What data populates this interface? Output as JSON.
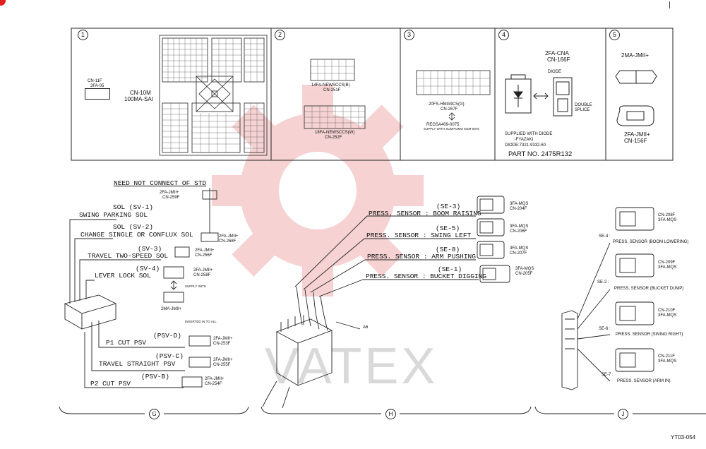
{
  "page": {
    "figure_id": "YT03-054"
  },
  "watermark": {
    "text": "VATEX"
  },
  "panels": [
    {
      "num": "1",
      "labels": {
        "conn_left_a": "CN-11F",
        "conn_left_b": "3FA-05",
        "main_a": "CN-10M",
        "main_b": "100MA-SAI"
      }
    },
    {
      "num": "2",
      "labels": {
        "upper_a": "14FA-NEWSCCS(B)",
        "upper_b": "CN-251F",
        "lower_a": "18FA-NEWSCCS(W)",
        "lower_b": "CN-252F"
      }
    },
    {
      "num": "3",
      "labels": {
        "a": "20FS-HMG9CS(G)",
        "b": "CN-267F",
        "c": "REGSA409-0075",
        "d": "SUPPLY WITH SUMITOMO 6409-0075"
      }
    },
    {
      "num": "4",
      "labels": {
        "top_a": "2FA-CNA",
        "top_b": "CN-166F",
        "diode": "DIODE",
        "splice_a": "DOUBLE",
        "splice_b": "SPLICE",
        "sup_a": "SUPPLIED WITH DIODE",
        "sup_b": ":-FYAZAKI",
        "sup_c": "DIODE:7321-9332-60",
        "part": "PART NO. 2475R132"
      }
    },
    {
      "num": "5",
      "labels": {
        "top": "2MA-JMII+",
        "bot_a": "2FA-JMII+",
        "bot_b": "CN-156F"
      }
    }
  ],
  "section_g": {
    "need_not": "NEED NOT CONNECT OF STD",
    "top_conn_a": "2FA-JMII+",
    "top_conn_b": "CN-259F",
    "sol1_code": "SOL (SV-1)",
    "sol1_name": "SWING PARKING SOL",
    "sol2_code": "SOL (SV-2)",
    "sol2_name": "CHANGE SINGLE OR CONFLUX SOL",
    "sol2_conn_a": "2FA-JMII+",
    "sol2_conn_b": "CN-268F",
    "sv3_code": "(SV-3)",
    "sv3_name": "TRAVEL TWO-SPEED SOL",
    "sv3_conn_a": "2FA-JMII+",
    "sv3_conn_b": "CN-256F",
    "sv4_code": "(SV-4)",
    "sv4_name": "LEVER LOCK SOL",
    "sv4_conn_a": "2FA-JMII+",
    "sv4_conn_b": "CN-258F",
    "supply_note": "SUPPLY WITH",
    "bottom_conn": "2MA-JMII+",
    "inserted_note": "INSERTED IN TO ALL",
    "psvd_code": "(PSV-D)",
    "psvd_name": "P1 CUT PSV",
    "psvd_conn_a": "2FA-JMII+",
    "psvd_conn_b": "CN-253F",
    "psvc_code": "(PSV-C)",
    "psvc_name": "TRAVEL STRAIGHT PSV",
    "psvc_conn_a": "2FA-JMII+",
    "psvc_conn_b": "CN-255F",
    "psvb_code": "(PSV-B)",
    "psvb_name": "P2 CUT PSV",
    "psvb_conn_a": "2FA-JMII+",
    "psvb_conn_b": "CN-254F",
    "label": "G"
  },
  "section_h": {
    "se3_code": "(SE-3)",
    "se3_name": "PRESS. SENSOR : BOOM RAISING",
    "se3_conn_a": "3FA-MQS",
    "se3_conn_b": "CN-204F",
    "se5_code": "(SE-5)",
    "se5_name": "PRESS. SENSOR : SWING LEFT",
    "se5_conn_a": "3FA-MQS",
    "se5_conn_b": "CN-206F",
    "se8_code": "(SE-8)",
    "se8_name": "PRESS. SENSOR : ARM PUSHING",
    "se8_conn_a": "3FA-MQS",
    "se8_conn_b": "CN-207F",
    "se1_code": "(SE-1)",
    "se1_name": "PRESS. SENSOR : BUCKET DIGGING",
    "se1_conn_a": "3FA-MQS",
    "se1_conn_b": "CN-205F",
    "a6": "A6",
    "label": "H"
  },
  "section_j": {
    "se4_code": "SE-4 :",
    "se4_name": "PRESS. SENSOR (BOOM LOWERING)",
    "se4_conn_a": "CN-208F",
    "se4_conn_b": "3FA-MQS",
    "se2_code": "SE-2 :",
    "se2_name": "PRESS. SENSOR (BUCKET DUMP)",
    "se2_conn_a": "CN-209F",
    "se2_conn_b": "3FA-MQS",
    "se6_code": "SE-6 :",
    "se6_name": "PRESS. SENSOR (SWING RIGHT)",
    "se6_conn_a": "CN-210F",
    "se6_conn_b": "3FA-MQS",
    "se7_code": "SE-7 :",
    "se7_name": "PRESS. SENSOR (ARM IN)",
    "se7_conn_a": "CN-211F",
    "se7_conn_b": "3FA-MQS",
    "label": "J"
  },
  "colors": {
    "line": "#222222",
    "watermark_red": "#f2b6b6",
    "watermark_gray": "#d9d9d9"
  },
  "icons": [
    "warning-dot-icon",
    "diode-icon",
    "double-arrow-icon",
    "connector-icon",
    "valve-block-icon"
  ]
}
